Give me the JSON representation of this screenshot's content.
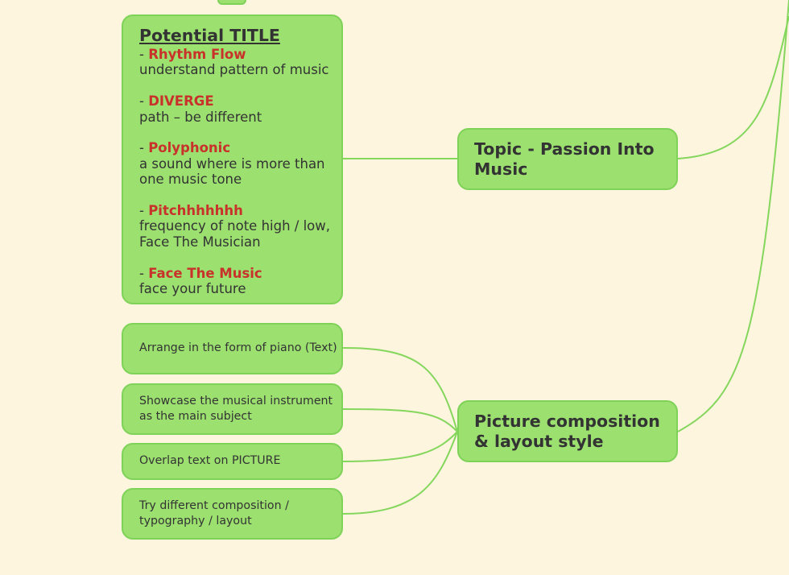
{
  "potential_title": {
    "heading": "Potential TITLE",
    "entries": [
      {
        "term": "Rhythm Flow",
        "desc": "understand pattern of music"
      },
      {
        "term": "DIVERGE",
        "desc": "path – be different"
      },
      {
        "term": "Polyphonic",
        "desc": "a sound where is more than one music tone"
      },
      {
        "term": "Pitchhhhhhh",
        "desc": "frequency of note high / low, Face The Musician"
      },
      {
        "term": "Face The Music",
        "desc": "face your future"
      }
    ]
  },
  "topics": {
    "topic": "Topic - Passion Into Music",
    "composition": "Picture composition & layout style"
  },
  "composition_ideas": [
    "Arrange in the form of piano (Text)",
    "Showcase the musical instrument as the main subject",
    "Overlap text on PICTURE",
    "Try different composition / typography / layout"
  ],
  "colors": {
    "background": "#fdf5de",
    "node_fill": "#9ce070",
    "node_border": "#7fd258",
    "connector": "#84d65c",
    "highlight_text": "#c8322a",
    "body_text": "#333333"
  }
}
